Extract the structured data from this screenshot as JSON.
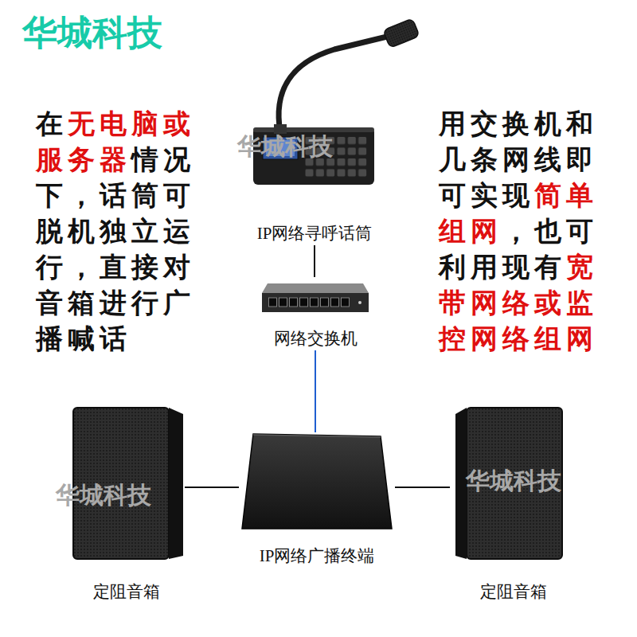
{
  "diagram": {
    "title": "华城科技",
    "nodes": [
      {
        "text": [
          "IP网络寻呼话筒"
        ]
      },
      {
        "text": [
          "网络交换机"
        ]
      },
      {
        "text": [
          "定阻音箱"
        ]
      },
      {
        "text": [
          "IP网络广播终端"
        ]
      },
      {
        "text": [
          "定阻音箱"
        ]
      }
    ],
    "edges": [
      {
        "from": 0,
        "to": 1,
        "arrow": "none"
      },
      {
        "from": 1,
        "to": 3,
        "arrow": "none"
      },
      {
        "from": 3,
        "to": 2,
        "arrow": "none"
      },
      {
        "from": 3,
        "to": 4,
        "arrow": "none"
      }
    ],
    "labels": [
      "在",
      "无电脑或服务器",
      "情况下，话筒可脱机独立运行，直接对音箱进行广播喊话",
      "用交换机和几条网线即可实现",
      "简单组网",
      "，也可利用现有",
      "宽带网络或监控网络组网",
      "华城科技",
      "华城科技",
      "华城科技"
    ]
  }
}
